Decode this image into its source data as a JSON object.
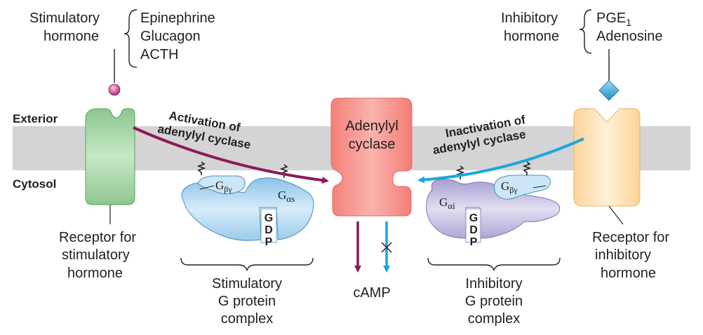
{
  "compartments": {
    "exterior": "Exterior",
    "cytosol": "Cytosol"
  },
  "stimulatory_hormone": {
    "label_line1": "Stimulatory",
    "label_line2": "hormone",
    "examples": [
      "Epinephrine",
      "Glucagon",
      "ACTH"
    ]
  },
  "inhibitory_hormone": {
    "label_line1": "Inhibitory",
    "label_line2": "hormone",
    "example1_base": "PGE",
    "example1_sub": "1",
    "example2": "Adenosine"
  },
  "adenylyl_cyclase": {
    "line1": "Adenylyl",
    "line2": "cyclase"
  },
  "activation_label": {
    "line1": "Activation of",
    "line2": "adenylyl cyclase"
  },
  "inactivation_label": {
    "line1": "Inactivation of",
    "line2": "adenylyl cyclase"
  },
  "stim_receptor": {
    "line1": "Receptor for",
    "line2": "stimulatory",
    "line3": "hormone"
  },
  "inhib_receptor": {
    "line1": "Receptor for",
    "line2": "inhibitory",
    "line3": "hormone"
  },
  "stim_complex": {
    "line1": "Stimulatory",
    "line2": "G protein",
    "line3": "complex"
  },
  "inhib_complex": {
    "line1": "Inhibitory",
    "line2": "G protein",
    "line3": "complex"
  },
  "subunits": {
    "g": "G",
    "alpha_s": "αs",
    "alpha_i": "αi",
    "beta_gamma": "βγ",
    "gdp": [
      "G",
      "D",
      "P"
    ]
  },
  "product": "cAMP",
  "colors": {
    "membrane": "#d4d4d4",
    "stim_receptor": "#9dd09e",
    "inhib_receptor": "#fdd9a0",
    "cyclase": "#f48a83",
    "gs_protein": "#a8d3ee",
    "gi_protein": "#b7b2dc",
    "activation_arrow": "#8b1a5c",
    "inactivation_arrow": "#1ba7dc",
    "stim_ligand": "#b8327a",
    "inhib_ligand": "#2a9fd6"
  }
}
